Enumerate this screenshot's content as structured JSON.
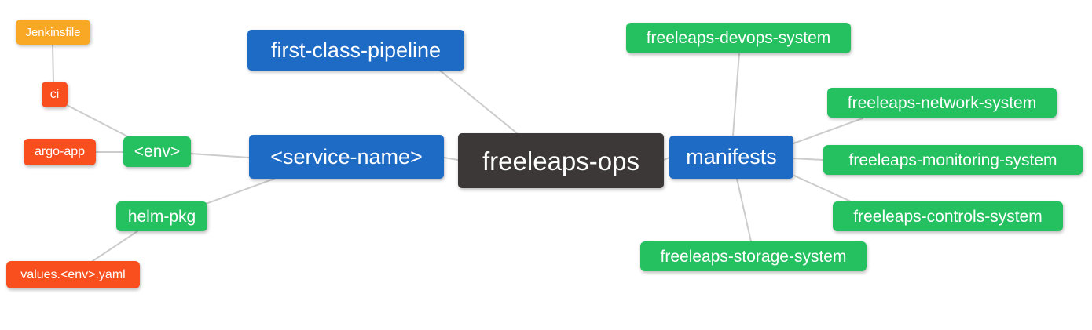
{
  "diagram": {
    "type": "mindmap",
    "root_label": "freeleaps-ops"
  },
  "colors": {
    "root_node": "#3c3838",
    "branch_blue": "#1e6bc6",
    "leaf_green": "#25c05f",
    "leaf_red": "#f94e1e",
    "leaf_amber": "#f8a824",
    "edge_gray": "#cccccc",
    "node_text": "#ffffff",
    "background": "#ffffff"
  },
  "nodes": {
    "root": {
      "label": "freeleaps-ops"
    },
    "first_class_pipeline": {
      "label": "first-class-pipeline"
    },
    "service_name": {
      "label": "<service-name>"
    },
    "manifests": {
      "label": "manifests"
    },
    "env": {
      "label": "<env>"
    },
    "helm_pkg": {
      "label": "helm-pkg"
    },
    "ci": {
      "label": "ci"
    },
    "argo_app": {
      "label": "argo-app"
    },
    "jenkinsfile": {
      "label": "Jenkinsfile"
    },
    "values_yaml": {
      "label": "values.<env>.yaml"
    },
    "devops_system": {
      "label": "freeleaps-devops-system"
    },
    "network_system": {
      "label": "freeleaps-network-system"
    },
    "monitoring_system": {
      "label": "freeleaps-monitoring-system"
    },
    "controls_system": {
      "label": "freeleaps-controls-system"
    },
    "storage_system": {
      "label": "freeleaps-storage-system"
    }
  },
  "edges": [
    {
      "from": "jenkinsfile",
      "to": "ci"
    },
    {
      "from": "ci",
      "to": "env"
    },
    {
      "from": "argo_app",
      "to": "env"
    },
    {
      "from": "env",
      "to": "service_name"
    },
    {
      "from": "helm_pkg",
      "to": "service_name"
    },
    {
      "from": "values_yaml",
      "to": "helm_pkg"
    },
    {
      "from": "first_class_pipeline",
      "to": "root"
    },
    {
      "from": "service_name",
      "to": "root"
    },
    {
      "from": "root",
      "to": "manifests"
    },
    {
      "from": "manifests",
      "to": "devops_system"
    },
    {
      "from": "manifests",
      "to": "network_system"
    },
    {
      "from": "manifests",
      "to": "monitoring_system"
    },
    {
      "from": "manifests",
      "to": "controls_system"
    },
    {
      "from": "manifests",
      "to": "storage_system"
    }
  ]
}
